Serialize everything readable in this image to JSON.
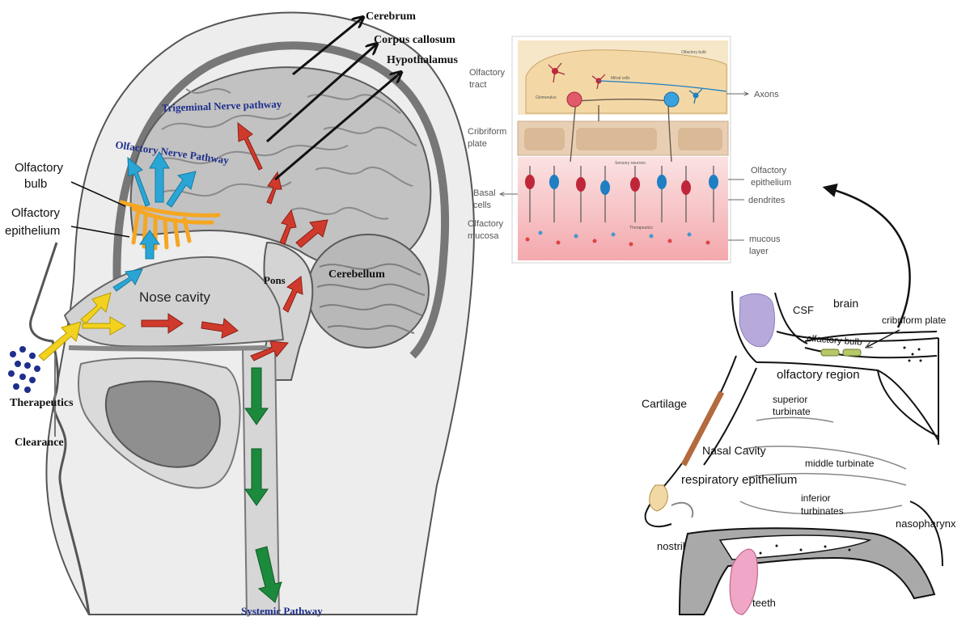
{
  "left_panel": {
    "top_labels": {
      "cerebrum": "Cerebrum",
      "corpus_callosum": "Corpus callosum",
      "hypothalamus": "Hypothalamus"
    },
    "trigeminal": "Trigeminal Nerve pathway",
    "olfactory_pathway": "Olfactory Nerve Pathway",
    "olfactory_bulb": [
      "Olfactory",
      "bulb"
    ],
    "olfactory_epithelium": [
      "Olfactory",
      "epithelium"
    ],
    "nose_cavity": "Nose cavity",
    "pons": "Pons",
    "cerebellum": "Cerebellum",
    "therapeutics": "Therapeutics",
    "clearance": "Clearance",
    "systemic": "Systemic Pathway"
  },
  "inset_panel": {
    "olfactory_tract": [
      "Olfactory",
      "tract"
    ],
    "cribriform_plate": [
      "Cribriform",
      "plate"
    ],
    "basal_cells": [
      "Basal",
      "cells"
    ],
    "olfactory_mucosa": [
      "Olfactory",
      "mucosa"
    ],
    "axons": "Axons",
    "olfactory_epithelium": [
      "Olfactory",
      "epithelium"
    ],
    "dendrites": "dendrites",
    "mucous_layer": [
      "mucous",
      "layer"
    ],
    "small_labels": {
      "olfactory_bulb": "Olfactory bulb",
      "mitral": "Mitral cells",
      "glomerulus": "Glomerulus",
      "sensory": "Sensory neurons",
      "therapeutics": "Therapeutics"
    }
  },
  "right_panel": {
    "brain": "brain",
    "csf": "CSF",
    "cribriform_plate": "cribriform plate",
    "olfactory_bulb": "olfactory bulb",
    "olfactory_region": "olfactory region",
    "superior_turbinate": [
      "superior",
      "turbinate"
    ],
    "cartilage": "Cartilage",
    "nasal_cavity": "Nasal Cavity",
    "middle_turbinate": "middle turbinate",
    "respiratory_epithelium": "respiratory epithelium",
    "inferior_turbinates": [
      "inferior",
      "turbinates"
    ],
    "nasopharynx": "nasopharynx",
    "nostril": "nostril",
    "teeth": "teeth"
  },
  "colors": {
    "olfactory_arrow": "#2aa6d6",
    "nasal_arrow": "#f2d21e",
    "brain_arrow": "#d03a2c",
    "systemic_arrow": "#1c8a3c",
    "label_blue": "#1e2f8c",
    "tissue_gray": "#a9a9a9",
    "bulb_orange": "#f5a623"
  }
}
